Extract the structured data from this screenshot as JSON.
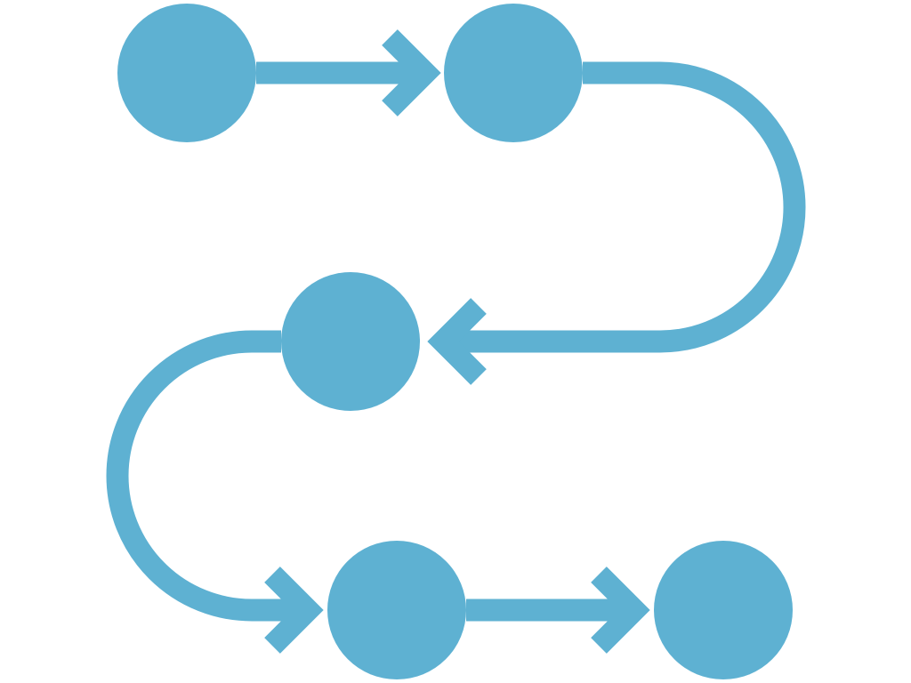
{
  "diagram": {
    "type": "process-flow",
    "style": {
      "stroke_color": "#5EB1D2",
      "node_color": "#5EB1D2",
      "background": "#FFFFFF"
    },
    "nodes": [
      {
        "id": "step-1"
      },
      {
        "id": "step-2"
      },
      {
        "id": "step-3"
      },
      {
        "id": "step-4"
      },
      {
        "id": "step-5"
      }
    ],
    "edges": [
      {
        "from": "step-1",
        "to": "step-2",
        "shape": "straight"
      },
      {
        "from": "step-2",
        "to": "step-3",
        "shape": "curved"
      },
      {
        "from": "step-3",
        "to": "step-4",
        "shape": "curved"
      },
      {
        "from": "step-4",
        "to": "step-5",
        "shape": "straight"
      }
    ]
  }
}
